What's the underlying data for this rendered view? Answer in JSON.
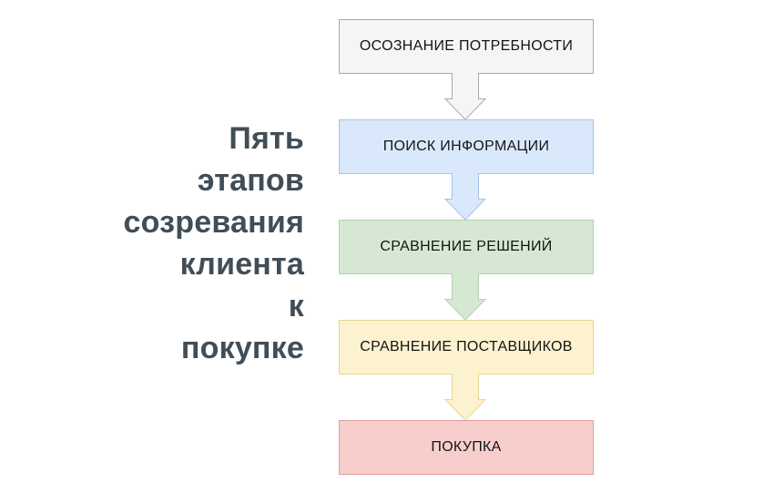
{
  "background_color": "#ffffff",
  "title": {
    "lines": [
      "Пять",
      "этапов",
      "созревания",
      "клиента",
      "к",
      "покупке"
    ],
    "color": "#414e58"
  },
  "flow": {
    "label_color": "#141414",
    "stages": [
      {
        "label": "ОСОЗНАНИЕ ПОТРЕБНОСТИ",
        "fill": "#f5f5f5",
        "border": "#a9a9a9"
      },
      {
        "label": "ПОИСК ИНФОРМАЦИИ",
        "fill": "#dae8fc",
        "border": "#a7c3e8"
      },
      {
        "label": "СРАВНЕНИЕ РЕШЕНИЙ",
        "fill": "#d6e8d4",
        "border": "#b3d1ab"
      },
      {
        "label": "СРАВНЕНИЕ ПОСТАВЩИКОВ",
        "fill": "#fdf2cf",
        "border": "#e8d592"
      },
      {
        "label": "ПОКУПКА",
        "fill": "#f8cecc",
        "border": "#db9e9a"
      }
    ]
  }
}
